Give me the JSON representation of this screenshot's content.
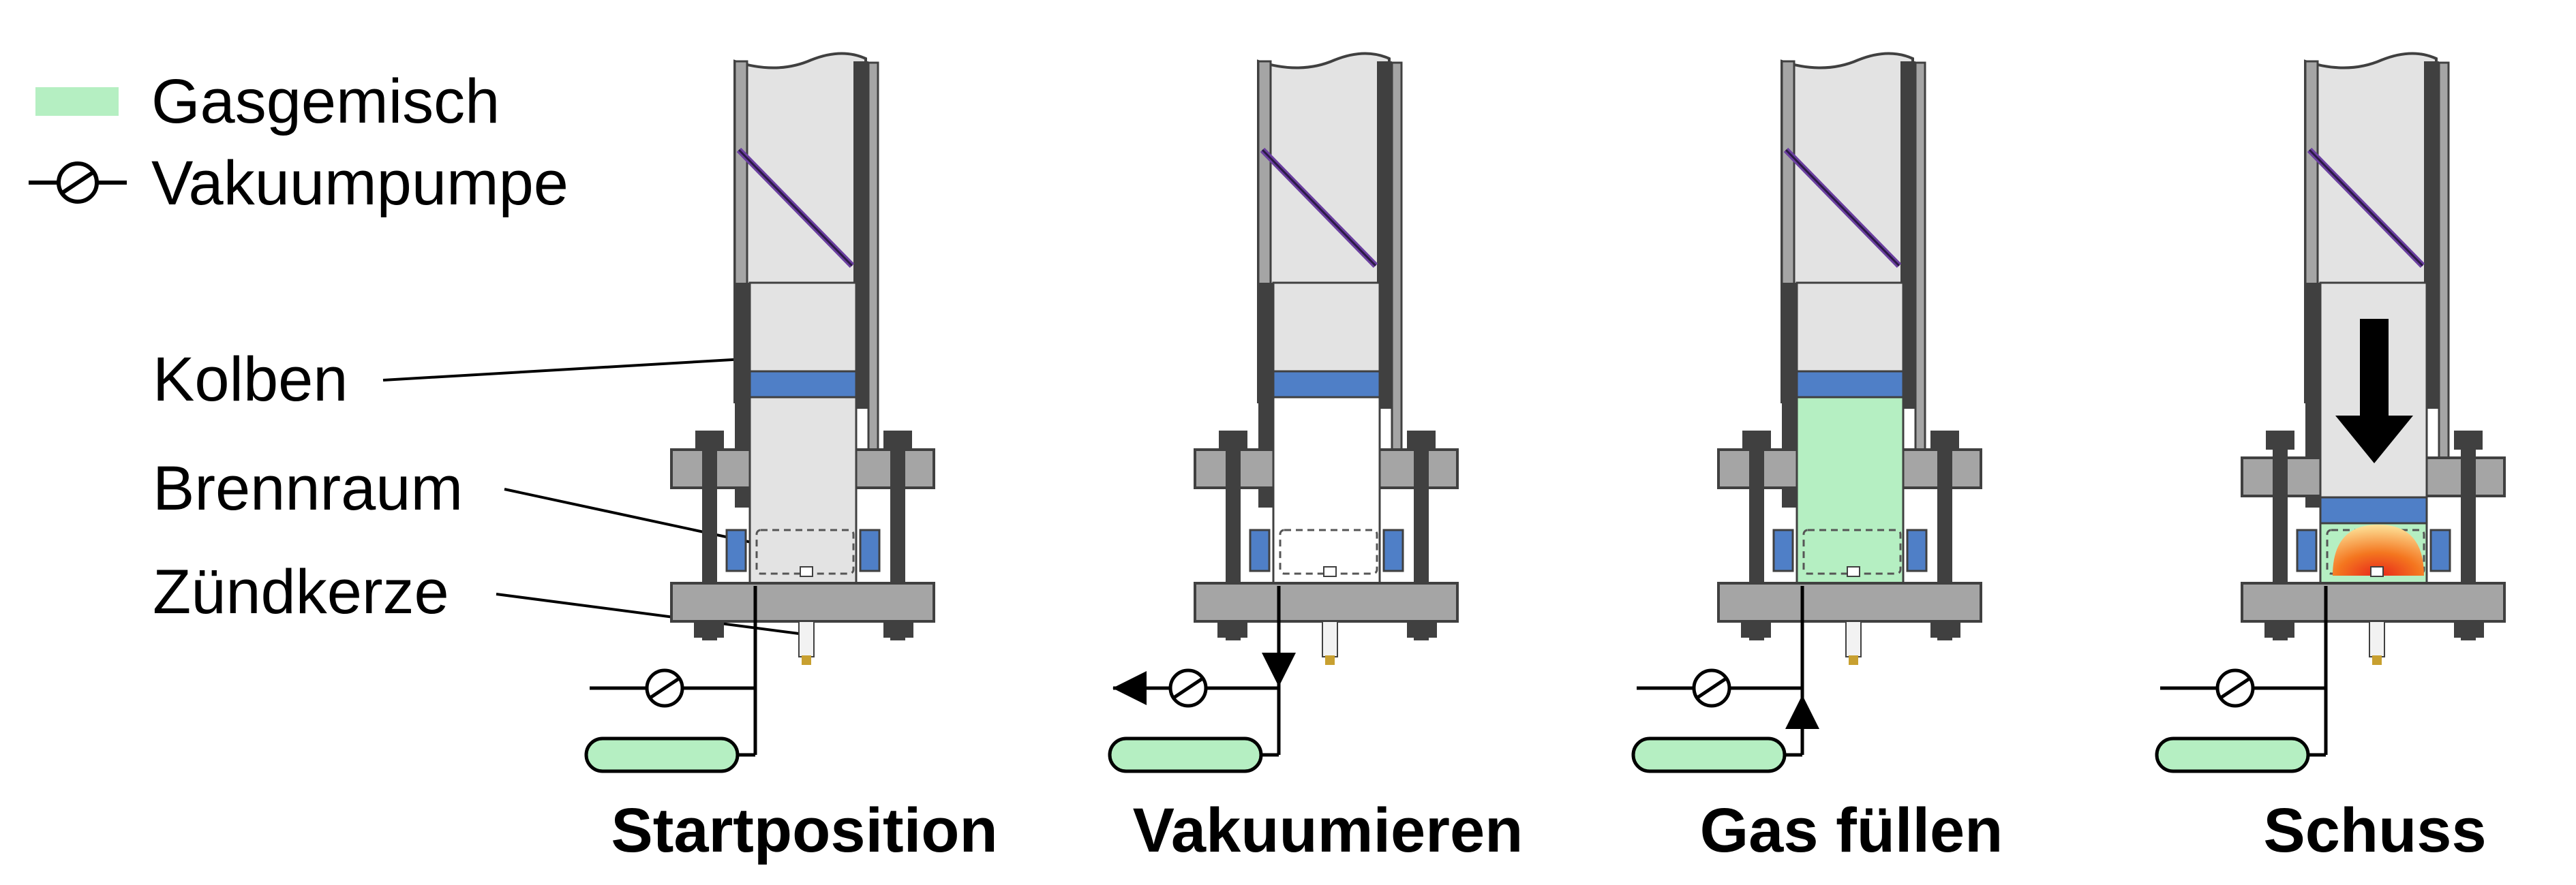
{
  "legend": {
    "gas_label": "Gasgemisch",
    "pump_label": "Vakuumpumpe",
    "gas_color": "#b5efc2"
  },
  "labels": {
    "piston": "Kolben",
    "chamber": "Brennraum",
    "spark_plug": "Zündkerze"
  },
  "stages": [
    {
      "title": "Startposition",
      "chamber_fill": "none",
      "arrow": "none",
      "flame": false
    },
    {
      "title": "Vakuumieren",
      "chamber_fill": "vacuum",
      "arrow": "down-left",
      "flame": false
    },
    {
      "title": "Gas füllen",
      "chamber_fill": "gas",
      "arrow": "up",
      "flame": false
    },
    {
      "title": "Schuss",
      "chamber_fill": "gas-compressed",
      "arrow": "piston-down",
      "flame": true
    }
  ],
  "colors": {
    "steel": "#a5a5a5",
    "tube": "#e3e3e3",
    "dark": "#404040",
    "piston": "#4f7fc7",
    "diagonal": "#6b3fa0",
    "gas": "#b5efc2"
  }
}
